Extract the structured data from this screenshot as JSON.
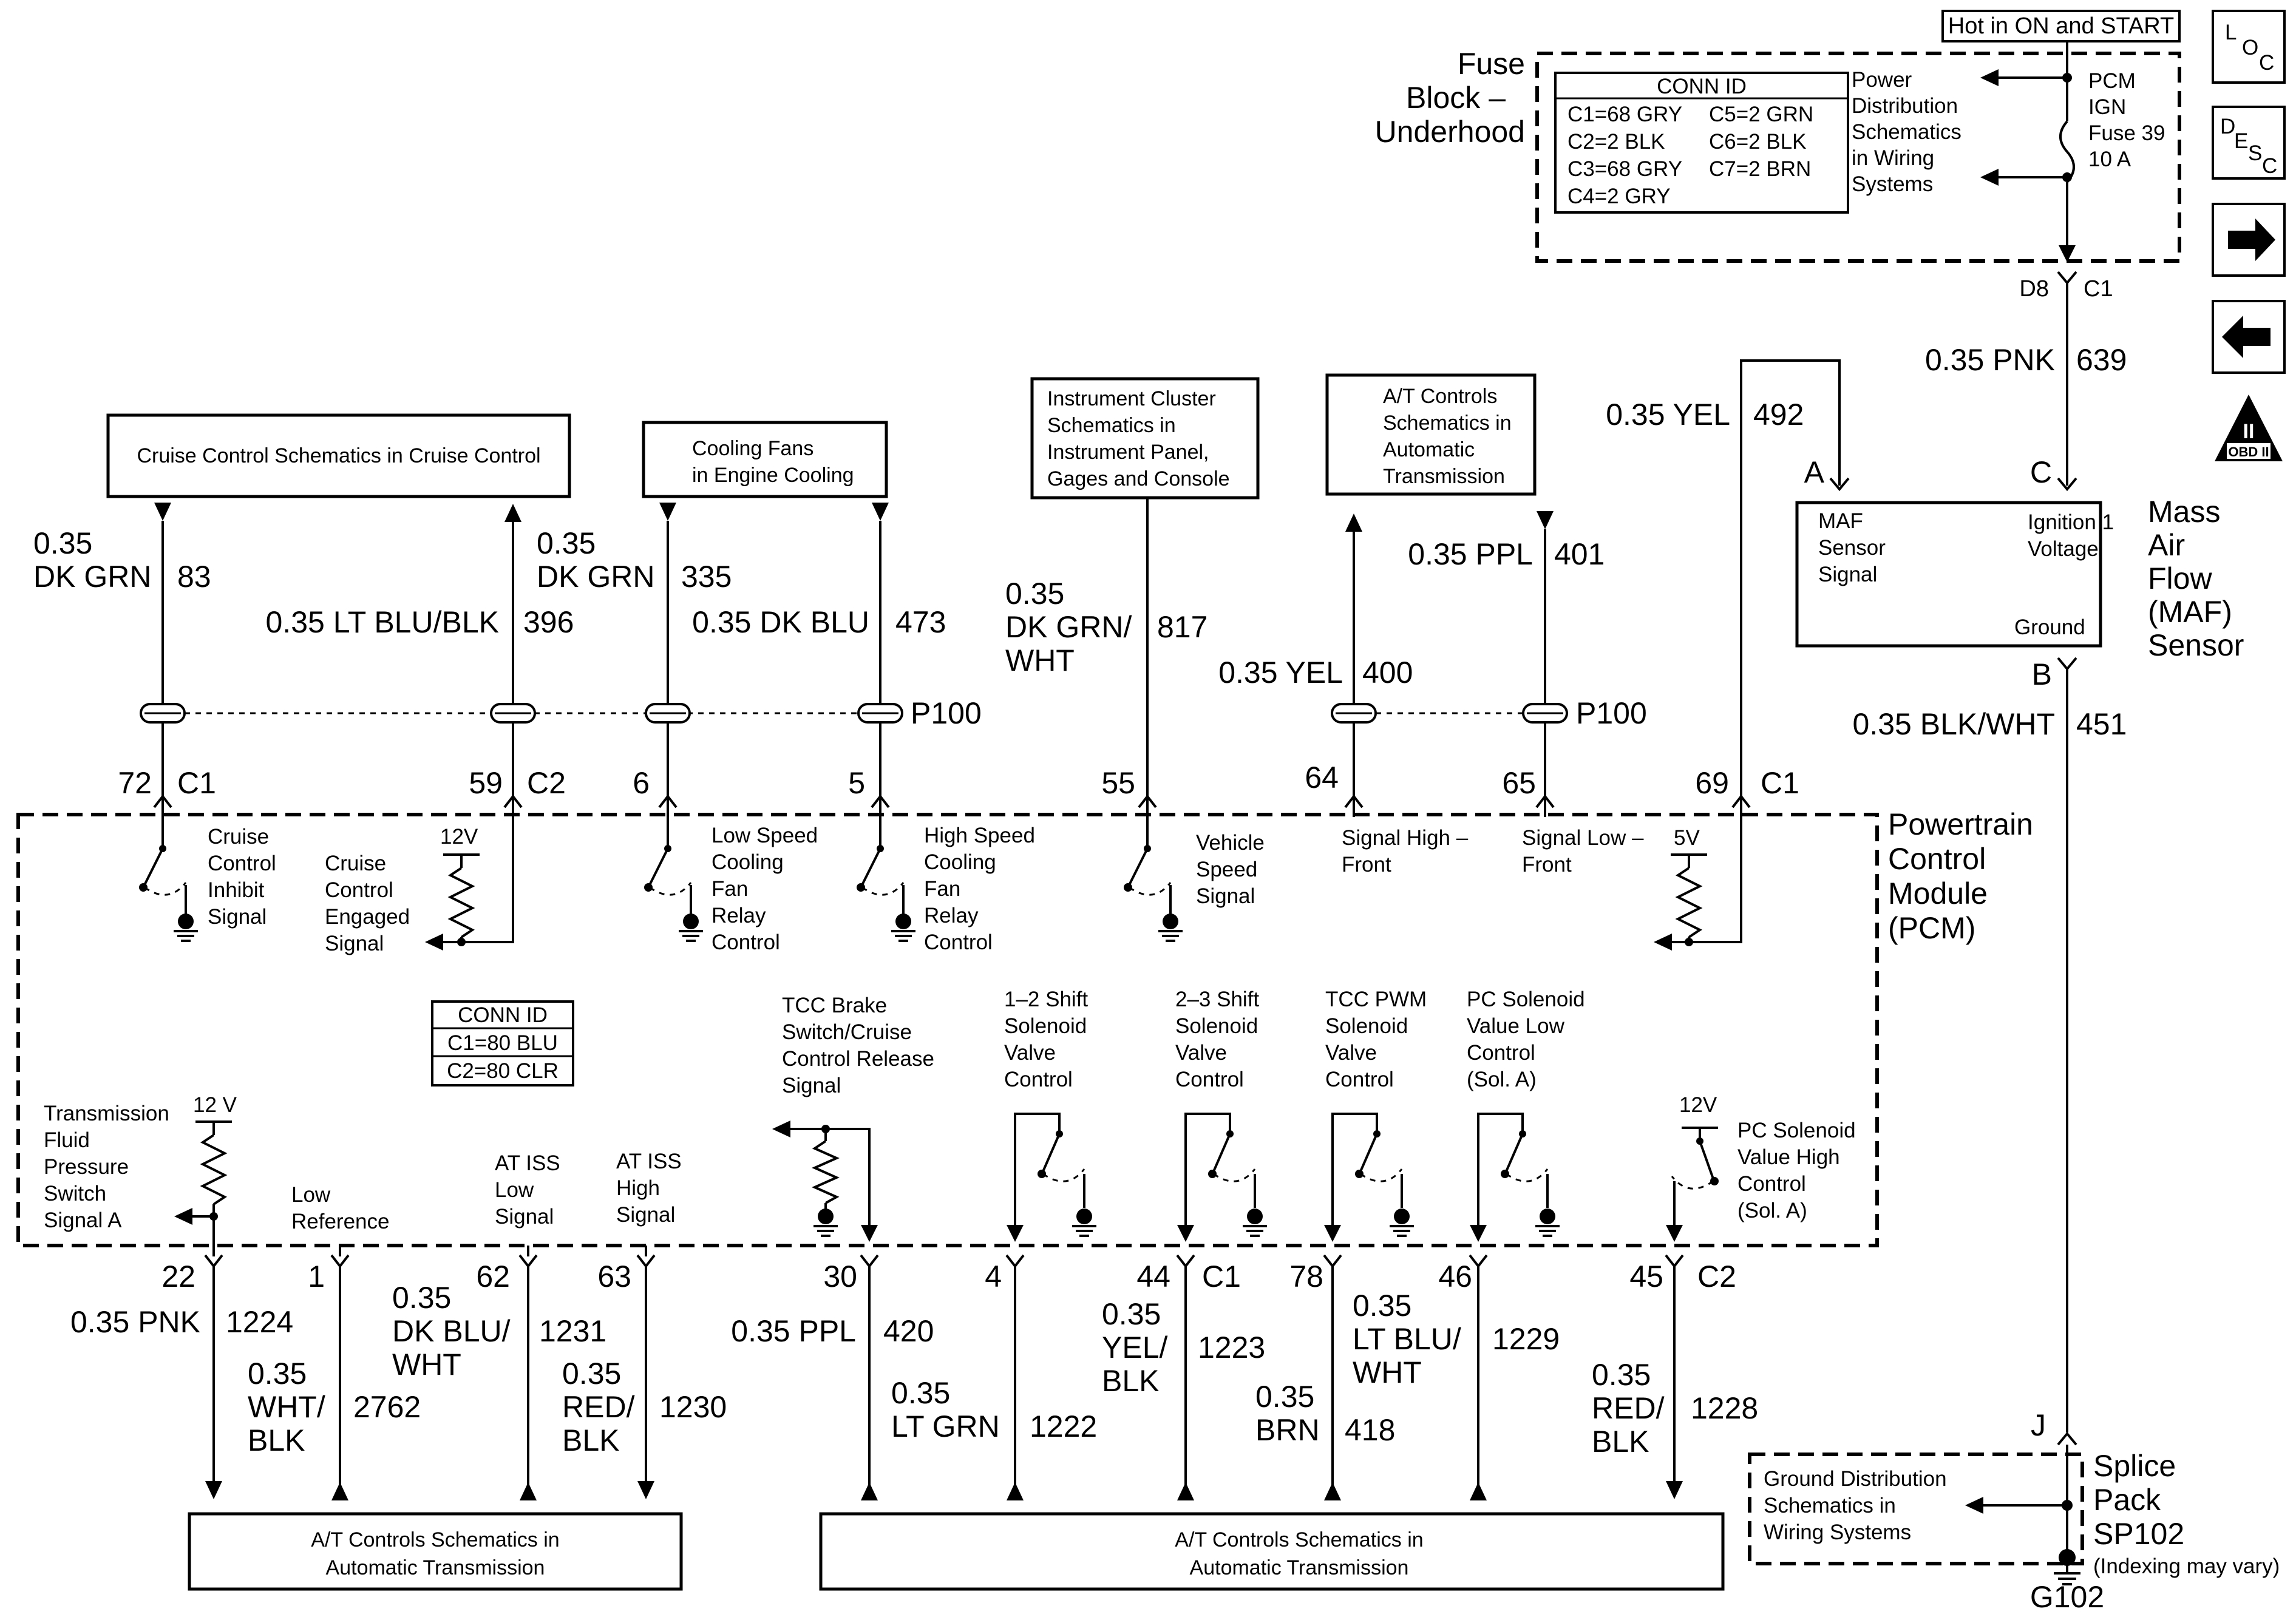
{
  "top": {
    "hot_label": "Hot in ON and START",
    "fuse_block": [
      "Fuse",
      "Block –",
      "Underhood"
    ],
    "conn_id_title": "CONN ID",
    "conn_id_left": [
      "C1=68 GRY",
      "C2=2 BLK",
      "C3=68 GRY",
      "C4=2 GRY"
    ],
    "conn_id_right": [
      "C5=2 GRN",
      "C6=2 BLK",
      "C7=2 BRN"
    ],
    "power_dist": [
      "Power",
      "Distribution",
      "Schematics",
      "in Wiring",
      "Systems"
    ],
    "fuse": [
      "PCM",
      "IGN",
      "Fuse 39",
      "10 A"
    ],
    "d8": "D8",
    "c1_top": "C1",
    "wire_639_color": "0.35 PNK",
    "wire_639_num": "639",
    "wire_492_color": "0.35 YEL",
    "wire_492_num": "492"
  },
  "side_icons": {
    "loc": [
      "L",
      "O",
      "C"
    ],
    "desc": [
      "D",
      "E",
      "S",
      "C"
    ],
    "obd_roman": "II",
    "obd_text": "OBD II"
  },
  "maf": {
    "pin_a": "A",
    "pin_c": "C",
    "pin_b": "B",
    "signal": [
      "MAF",
      "Sensor",
      "Signal"
    ],
    "ignition": [
      "Ignition 1",
      "Voltage"
    ],
    "ground": "Ground",
    "title": [
      "Mass",
      "Air",
      "Flow",
      "(MAF)",
      "Sensor"
    ],
    "wire_451_color": "0.35 BLK/WHT",
    "wire_451_num": "451"
  },
  "boxes": {
    "cruise": "Cruise Control Schematics in Cruise Control",
    "cooling": [
      "Cooling Fans",
      "in Engine Cooling"
    ],
    "instrument": [
      "Instrument Cluster",
      "Schematics in",
      "Instrument Panel,",
      "Gages and Console"
    ],
    "atc_top": [
      "A/T Controls",
      "Schematics in",
      "Automatic",
      "Transmission"
    ],
    "atc_bottom_left": [
      "A/T Controls Schematics in",
      "Automatic Transmission"
    ],
    "atc_bottom_right": [
      "A/T Controls Schematics in",
      "Automatic Transmission"
    ],
    "ground_dist": [
      "Ground Distribution",
      "Schematics in",
      "Wiring Systems"
    ]
  },
  "upper_wires": {
    "w83": [
      "0.35",
      "DK GRN"
    ],
    "w83_num": "83",
    "w396": "0.35 LT BLU/BLK",
    "w396_num": "396",
    "w335": [
      "0.35",
      "DK GRN"
    ],
    "w335_num": "335",
    "w473": "0.35 DK BLU",
    "w473_num": "473",
    "w817": [
      "0.35",
      "DK GRN/",
      "WHT"
    ],
    "w817_num": "817",
    "w400": "0.35 YEL",
    "w400_num": "400",
    "w401": "0.35 PPL",
    "w401_num": "401",
    "p100_a": "P100",
    "p100_b": "P100"
  },
  "upper_pins": {
    "p72": "72",
    "c1a": "C1",
    "p59": "59",
    "c2a": "C2",
    "p6": "6",
    "p5": "5",
    "p55": "55",
    "p64": "64",
    "p65": "65",
    "p69": "69",
    "c1b": "C1"
  },
  "pcm": {
    "title": [
      "Powertrain",
      "Control",
      "Module",
      "(PCM)"
    ],
    "cruise_inhibit": [
      "Cruise",
      "Control",
      "Inhibit",
      "Signal"
    ],
    "cruise_engaged": [
      "Cruise",
      "Control",
      "Engaged",
      "Signal"
    ],
    "v12a": "12V",
    "low_fan": [
      "Low Speed",
      "Cooling",
      "Fan",
      "Relay",
      "Control"
    ],
    "high_fan": [
      "High Speed",
      "Cooling",
      "Fan",
      "Relay",
      "Control"
    ],
    "vss": [
      "Vehicle",
      "Speed",
      "Signal"
    ],
    "sig_high": [
      "Signal High –",
      "Front"
    ],
    "sig_low": [
      "Signal Low –",
      "Front"
    ],
    "v5": "5V",
    "conn_title": "CONN ID",
    "conn_rows": [
      "C1=80 BLU",
      "C2=80 CLR"
    ],
    "tfp": [
      "Transmission",
      "Fluid",
      "Pressure",
      "Switch",
      "Signal A"
    ],
    "v12b": "12 V",
    "low_ref": [
      "Low",
      "Reference"
    ],
    "iss_low": [
      "AT ISS",
      "Low",
      "Signal"
    ],
    "iss_high": [
      "AT ISS",
      "High",
      "Signal"
    ],
    "tcc_brake": [
      "TCC Brake",
      "Switch/Cruise",
      "Control Release",
      "Signal"
    ],
    "sol12": [
      "1–2 Shift",
      "Solenoid",
      "Valve",
      "Control"
    ],
    "sol23": [
      "2–3 Shift",
      "Solenoid",
      "Valve",
      "Control"
    ],
    "tcc_pwm": [
      "TCC PWM",
      "Solenoid",
      "Valve",
      "Control"
    ],
    "pc_low": [
      "PC Solenoid",
      "Value Low",
      "Control",
      "(Sol. A)"
    ],
    "v12c": "12V",
    "pc_high": [
      "PC Solenoid",
      "Value High",
      "Control",
      "(Sol. A)"
    ]
  },
  "lower_pins": {
    "p22": "22",
    "p1": "1",
    "p62": "62",
    "p63": "63",
    "p30": "30",
    "p4": "4",
    "p44": "44",
    "c1c": "C1",
    "p78": "78",
    "p46": "46",
    "p45": "45",
    "c2b": "C2"
  },
  "lower_wires": {
    "w1224": "0.35 PNK",
    "w1224_num": "1224",
    "w2762": [
      "0.35",
      "WHT/",
      "BLK"
    ],
    "w2762_num": "2762",
    "w1231": [
      "0.35",
      "DK BLU/",
      "WHT"
    ],
    "w1231_num": "1231",
    "w1230": [
      "0.35",
      "RED/",
      "BLK"
    ],
    "w1230_num": "1230",
    "w420": "0.35 PPL",
    "w420_num": "420",
    "w1222": [
      "0.35",
      "LT GRN"
    ],
    "w1222_num": "1222",
    "w1223": [
      "0.35",
      "YEL/",
      "BLK"
    ],
    "w1223_num": "1223",
    "w418": [
      "0.35",
      "BRN"
    ],
    "w418_num": "418",
    "w1229": [
      "0.35",
      "LT BLU/",
      "WHT"
    ],
    "w1229_num": "1229",
    "w1228": [
      "0.35",
      "RED/",
      "BLK"
    ],
    "w1228_num": "1228"
  },
  "splice": {
    "pin_j": "J",
    "title": [
      "Splice",
      "Pack",
      "SP102"
    ],
    "note": "(Indexing may vary)",
    "g102": "G102"
  }
}
